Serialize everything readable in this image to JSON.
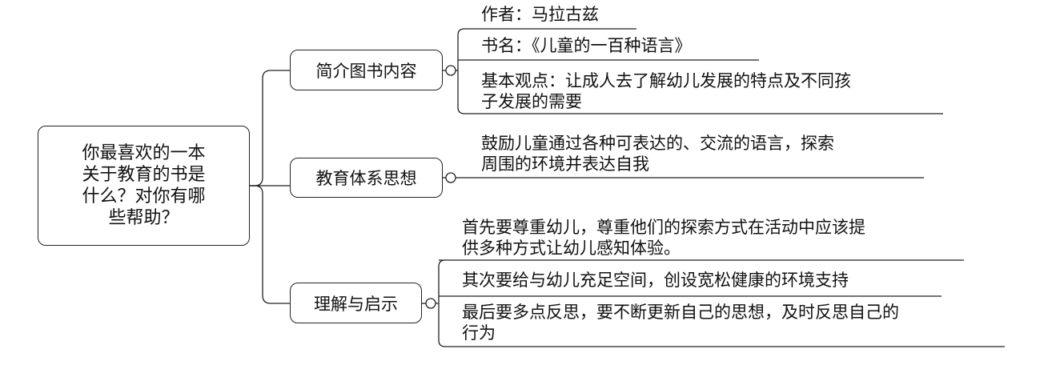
{
  "root": {
    "lines": [
      "你最喜欢的一本",
      "关于教育的书是",
      "什么？对你有哪",
      "些帮助？"
    ]
  },
  "branches": [
    {
      "label": "简介图书内容",
      "leaves": [
        {
          "lines": [
            "作者：马拉古兹"
          ]
        },
        {
          "lines": [
            "书名：《儿童的一百种语言》"
          ]
        },
        {
          "lines": [
            "基本观点：让成人去了解幼儿发展的特点及不同孩",
            "子发展的需要"
          ]
        }
      ]
    },
    {
      "label": "教育体系思想",
      "leaves": [
        {
          "lines": [
            "鼓励儿童通过各种可表达的、交流的语言，探索",
            "周围的环境并表达自我"
          ]
        }
      ]
    },
    {
      "label": "理解与启示",
      "leaves": [
        {
          "lines": [
            "首先要尊重幼儿，尊重他们的探索方式在活动中应该提",
            "供多种方式让幼儿感知体验。"
          ]
        },
        {
          "lines": [
            "其次要给与幼儿充足空间，创设宽松健康的环境支持"
          ]
        },
        {
          "lines": [
            "最后要多点反思，要不断更新自己的思想，及时反思自己的",
            "行为"
          ]
        }
      ]
    }
  ]
}
